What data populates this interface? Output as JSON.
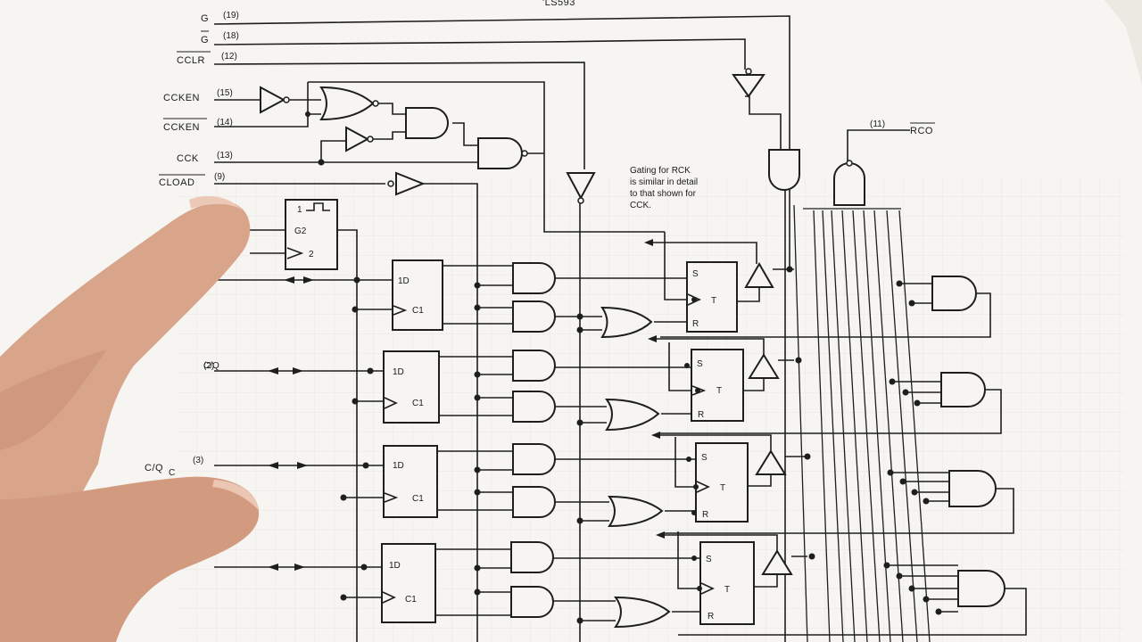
{
  "header": {
    "part_number": "'LS593"
  },
  "inputs": [
    {
      "label": "G",
      "pin": "(19)"
    },
    {
      "label": "G",
      "pin": "(18)",
      "overbar": true
    },
    {
      "label": "CCLR",
      "pin": "(12)",
      "overbar": true
    },
    {
      "label": "CCKEN",
      "pin": "(15)"
    },
    {
      "label": "CCKEN",
      "pin": "(14)",
      "overbar": true
    },
    {
      "label": "CCK",
      "pin": "(13)"
    },
    {
      "label": "CLOAD",
      "pin": "(9)",
      "overbar": true
    }
  ],
  "output_rco": {
    "label": "RCO",
    "pin": "(11)",
    "overbar": true
  },
  "note": [
    "Gating for RCK",
    "is similar in detail",
    "to that shown for",
    "CCK."
  ],
  "bus_pins": [
    {
      "label": "",
      "pin": "(2)"
    },
    {
      "label": "C/Q",
      "subscript": "C",
      "pin": "(3)"
    }
  ],
  "register": {
    "in1": "1",
    "in2": "G2",
    "in3": "2"
  },
  "stages": [
    {
      "d": "1D",
      "c": "C1",
      "s": "S",
      "t": "T",
      "r": "R"
    },
    {
      "d": "1D",
      "c": "C1",
      "s": "S",
      "t": "T",
      "r": "R"
    },
    {
      "d": "1D",
      "c": "C1",
      "s": "S",
      "t": "T",
      "r": "R"
    },
    {
      "d": "1D",
      "c": "C1",
      "s": "S",
      "t": "T",
      "r": "R"
    }
  ],
  "colors": {
    "paper": "#f6f5f1",
    "ink": "#1e1e1e",
    "skin": "#d9a58a"
  }
}
